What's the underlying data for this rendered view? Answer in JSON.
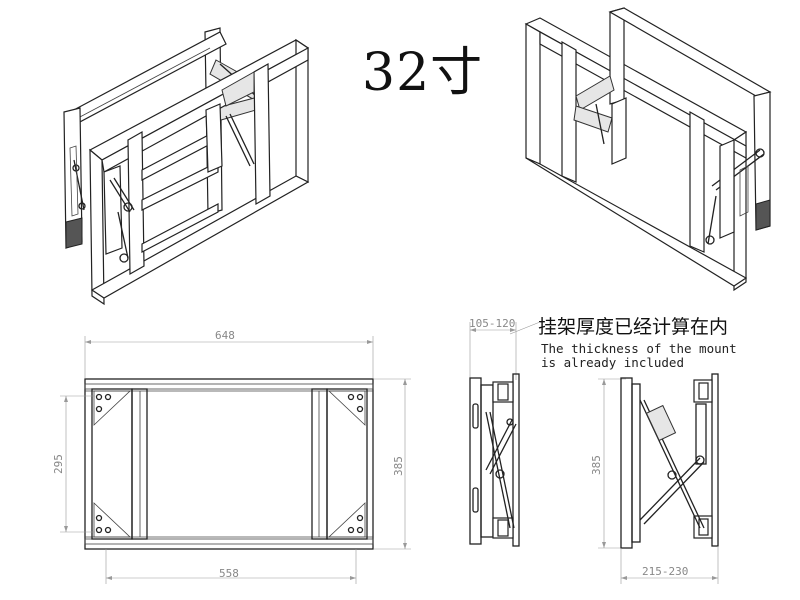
{
  "diagram": {
    "title": "32寸",
    "note_cn": "挂架厚度已经计算在内",
    "note_en_line1": "The thickness of the mount",
    "note_en_line2": "is already included",
    "dimensions": {
      "overall_width": "648",
      "inner_width": "558",
      "left_height": "295",
      "right_height": "385",
      "side_height": "385",
      "thickness_top": "105-120",
      "depth_extended": "215-230"
    }
  }
}
